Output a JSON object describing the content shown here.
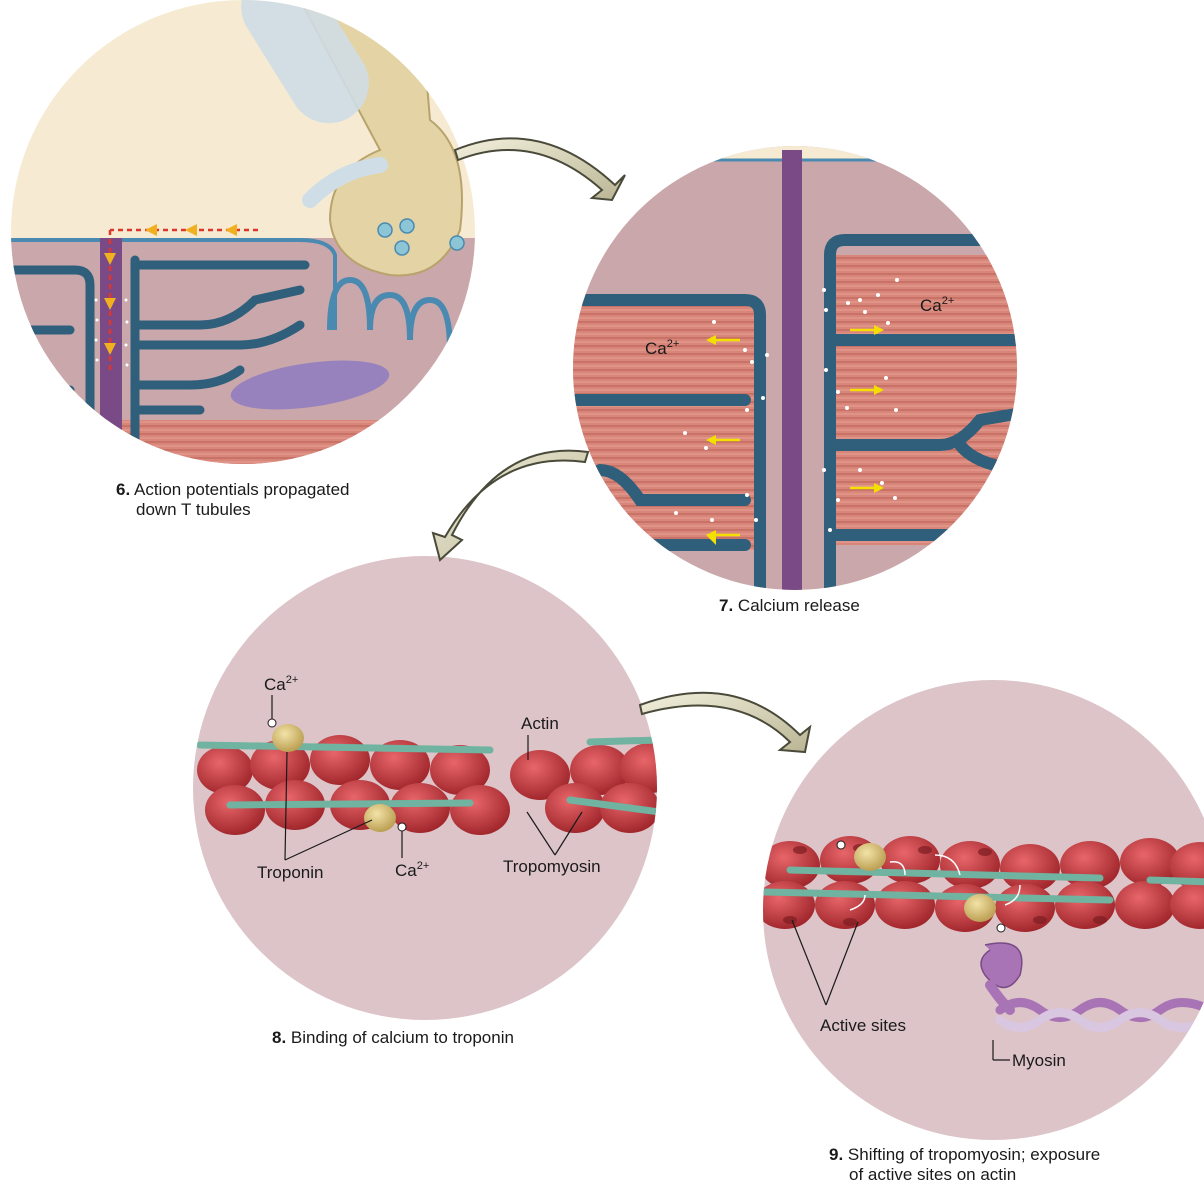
{
  "steps": [
    {
      "number": "6.",
      "line1": "Action potentials propagated",
      "line2": "down T tubules"
    },
    {
      "number": "7.",
      "line1": "Calcium release"
    },
    {
      "number": "8.",
      "line1": "Binding of calcium to troponin"
    },
    {
      "number": "9.",
      "line1": "Shifting of tropomyosin; exposure",
      "line2": "of active sites on actin"
    }
  ],
  "labels": {
    "ca_base": "Ca",
    "ca_sup": "2+",
    "actin": "Actin",
    "troponin": "Troponin",
    "tropomyosin": "Tropomyosin",
    "active_sites": "Active sites",
    "myosin": "Myosin"
  },
  "colors": {
    "t_tubule": "#7a4a86",
    "sarcoplasmic_reticulum": "#2f5f7a",
    "myofibril": "#d9867a",
    "actin": "#c8393d",
    "tropomyosin": "#6fb3a0",
    "troponin": "#d8c27a",
    "myosin": "#a874b6",
    "background_circle": "#dcc4c8",
    "action_potential_arrow": "#f0b020",
    "calcium_arrow": "#f4e000"
  }
}
